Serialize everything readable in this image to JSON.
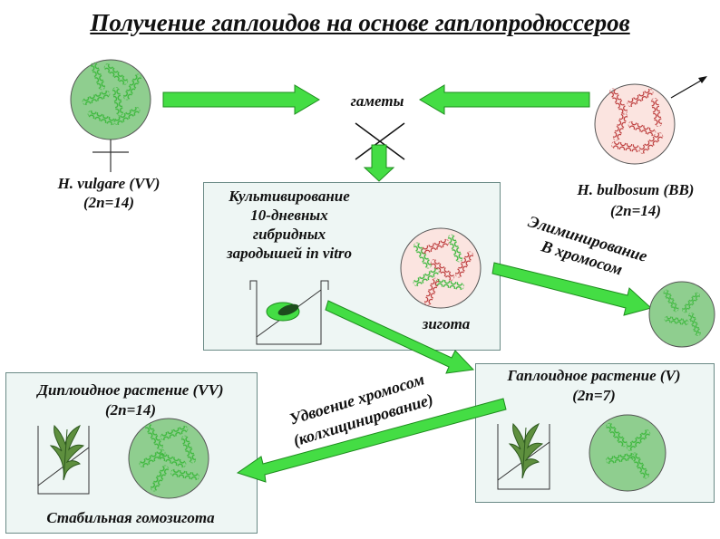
{
  "title": "Получение гаплоидов на основе гаплопродюссеров",
  "gametes_label": "гаметы",
  "female_parent": {
    "species": "H. vulgare (VV)",
    "chromosomes": "(2n=14)"
  },
  "male_parent": {
    "species": "H. bulbosum (BB)",
    "chromosomes": "(2n=14)"
  },
  "cultivation": {
    "lines": [
      "Культивирование",
      "10-дневных",
      "гибридных",
      "зародышей in vitro"
    ]
  },
  "zygote_label": "зигота",
  "elimination": {
    "lines": [
      "Элиминирование",
      "В хромосом"
    ]
  },
  "haploid": {
    "title": "Гаплоидное растение (V)",
    "chromosomes": "(2n=7)"
  },
  "doubling": {
    "lines": [
      "Удвоение хромосом",
      "(колхицинирование)"
    ]
  },
  "diploid": {
    "title": "Диплоидное растение (VV)",
    "chromosomes": "(2n=14)",
    "caption": "Стабильная гомозигота"
  },
  "colors": {
    "arrow_fill": "#44dd44",
    "arrow_stroke": "#1e8c1e",
    "cell_green": "#8fce8f",
    "cell_pink": "#fbe4e0",
    "box_bg": "#eef6f4"
  }
}
